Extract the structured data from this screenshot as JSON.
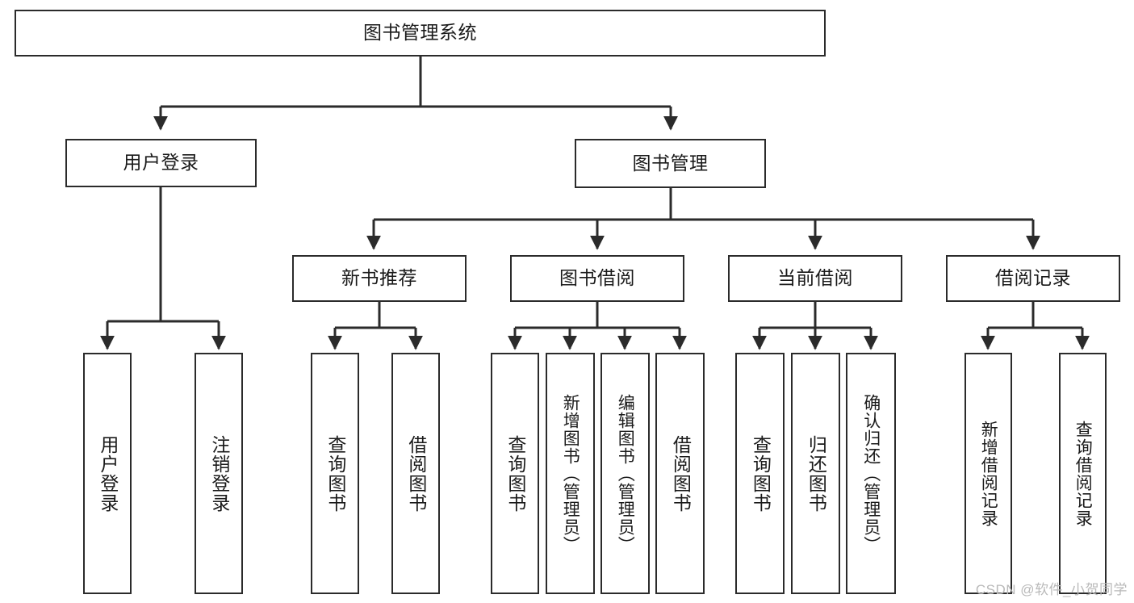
{
  "diagram": {
    "type": "hierarchy-tree",
    "title_node": {
      "id": "root",
      "label": "图书管理系统"
    },
    "level2": [
      {
        "id": "user-login",
        "label": "用户登录"
      },
      {
        "id": "book-manage",
        "label": "图书管理"
      }
    ],
    "level3": [
      {
        "id": "new-book-recommend",
        "label": "新书推荐"
      },
      {
        "id": "book-borrow",
        "label": "图书借阅"
      },
      {
        "id": "current-borrow",
        "label": "当前借阅"
      },
      {
        "id": "borrow-record",
        "label": "借阅记录"
      }
    ],
    "leaves": [
      {
        "id": "leaf-user-login",
        "label": "用户登录",
        "parent": "user-login"
      },
      {
        "id": "leaf-logout-login",
        "label": "注销登录",
        "parent": "user-login"
      },
      {
        "id": "leaf-query-book-1",
        "label": "查询图书",
        "parent": "new-book-recommend"
      },
      {
        "id": "leaf-borrow-book-1",
        "label": "借阅图书",
        "parent": "new-book-recommend"
      },
      {
        "id": "leaf-query-book-2",
        "label": "查询图书",
        "parent": "book-borrow"
      },
      {
        "id": "leaf-add-book",
        "label": "新增图书（管理员）",
        "parent": "book-borrow"
      },
      {
        "id": "leaf-edit-book",
        "label": "编辑图书（管理员）",
        "parent": "book-borrow"
      },
      {
        "id": "leaf-borrow-book-2",
        "label": "借阅图书",
        "parent": "book-borrow"
      },
      {
        "id": "leaf-query-book-3",
        "label": "查询图书",
        "parent": "current-borrow"
      },
      {
        "id": "leaf-return-book",
        "label": "归还图书",
        "parent": "current-borrow"
      },
      {
        "id": "leaf-confirm-return",
        "label": "确认归还（管理员）",
        "parent": "current-borrow"
      },
      {
        "id": "leaf-add-record",
        "label": "新增借阅记录",
        "parent": "borrow-record"
      },
      {
        "id": "leaf-query-record",
        "label": "查询借阅记录",
        "parent": "borrow-record"
      }
    ],
    "colors": {
      "stroke": "#2b2b2b",
      "fill": "#ffffff",
      "text": "#1a1a1a",
      "watermark": "#b9b9b9"
    }
  },
  "watermark": {
    "text": "CSDN @软件_小贺同学"
  }
}
